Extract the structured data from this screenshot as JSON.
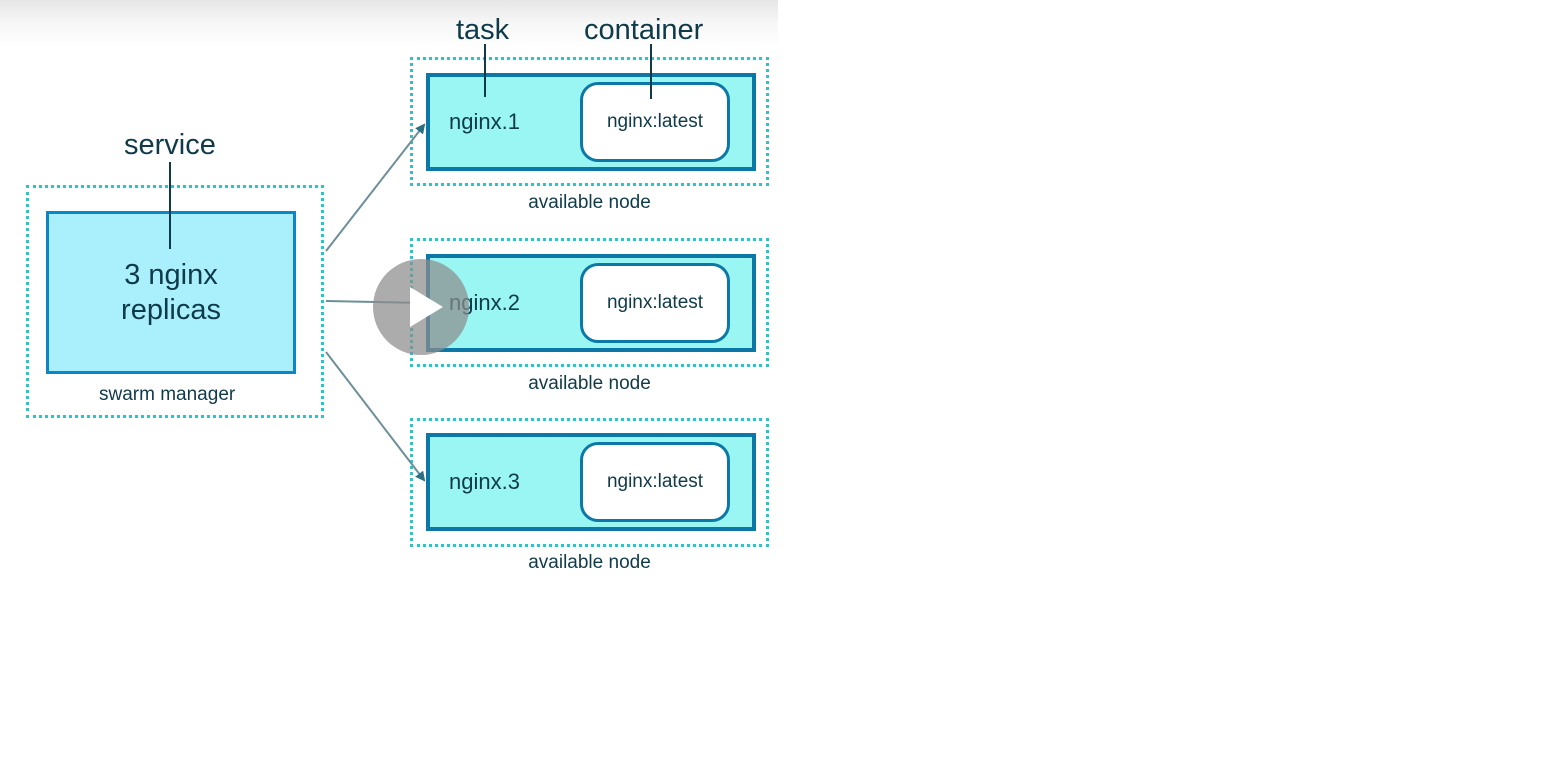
{
  "labels": {
    "service": "service",
    "task": "task",
    "container": "container"
  },
  "manager": {
    "line1": "3 nginx",
    "line2": "replicas",
    "caption": "swarm manager"
  },
  "nodes": [
    {
      "task": "nginx.1",
      "container": "nginx:latest",
      "caption": "available node"
    },
    {
      "task": "nginx.2",
      "container": "nginx:latest",
      "caption": "available node"
    },
    {
      "task": "nginx.3",
      "container": "nginx:latest",
      "caption": "available node"
    }
  ],
  "colors": {
    "manager_fill": "#aaf0fc",
    "node_fill": "#99f6f2",
    "border_blue": "#0b78a8",
    "dotted_teal": "#2bc4c9",
    "text": "#0f3a4a"
  },
  "overlay": {
    "icon": "play-icon"
  }
}
